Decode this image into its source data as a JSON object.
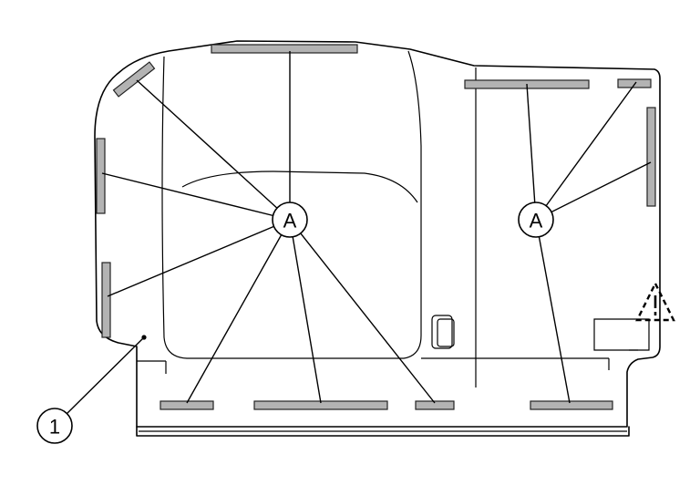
{
  "callouts": {
    "a_left": "A",
    "a_right": "A",
    "one": "1"
  },
  "colors": {
    "line": "#000000",
    "strip_fill": "#b3b3b3",
    "background": "#ffffff"
  }
}
